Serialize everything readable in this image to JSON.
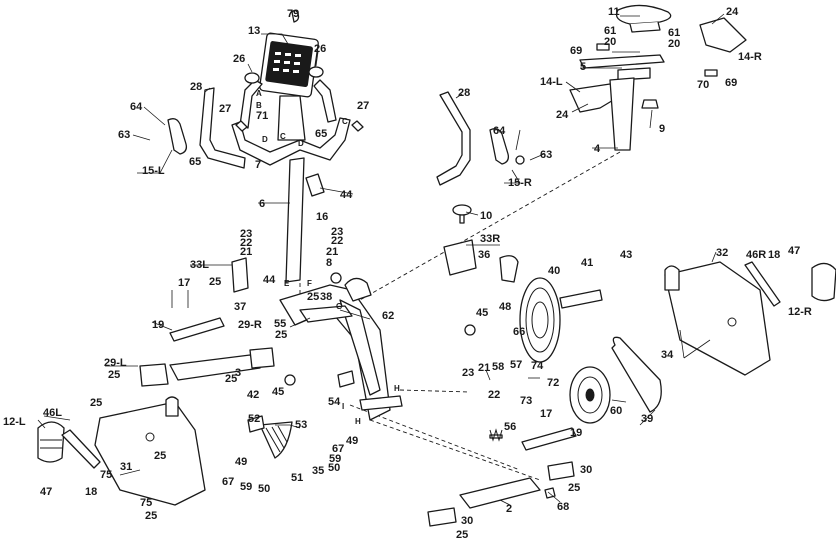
{
  "callouts": [
    {
      "id": "c1",
      "text": "79"
    },
    {
      "id": "c2",
      "text": "13"
    },
    {
      "id": "c3",
      "text": "26"
    },
    {
      "id": "c4",
      "text": "26"
    },
    {
      "id": "c5",
      "text": "11"
    },
    {
      "id": "c6",
      "text": "24"
    },
    {
      "id": "c7",
      "text": "61"
    },
    {
      "id": "c8",
      "text": "61"
    },
    {
      "id": "c9",
      "text": "20"
    },
    {
      "id": "c10",
      "text": "20"
    },
    {
      "id": "c11",
      "text": "69"
    },
    {
      "id": "c12",
      "text": "14-R"
    },
    {
      "id": "c13",
      "text": "5"
    },
    {
      "id": "c14",
      "text": "70"
    },
    {
      "id": "c15",
      "text": "69"
    },
    {
      "id": "c16",
      "text": "14-L"
    },
    {
      "id": "c17",
      "text": "24"
    },
    {
      "id": "c18",
      "text": "9"
    },
    {
      "id": "c19",
      "text": "28"
    },
    {
      "id": "c20",
      "text": "28"
    },
    {
      "id": "c21",
      "text": "64"
    },
    {
      "id": "c22",
      "text": "63"
    },
    {
      "id": "c23",
      "text": "27"
    },
    {
      "id": "c24",
      "text": "27"
    },
    {
      "id": "c25",
      "text": "71"
    },
    {
      "id": "c26",
      "text": "65"
    },
    {
      "id": "c27",
      "text": "65"
    },
    {
      "id": "c28",
      "text": "15-L"
    },
    {
      "id": "c29",
      "text": "7"
    },
    {
      "id": "c30",
      "text": "64"
    },
    {
      "id": "c31",
      "text": "63"
    },
    {
      "id": "c32",
      "text": "15-R"
    },
    {
      "id": "c33",
      "text": "4"
    },
    {
      "id": "c34",
      "text": "44"
    },
    {
      "id": "c35",
      "text": "6"
    },
    {
      "id": "c36",
      "text": "16"
    },
    {
      "id": "c37",
      "text": "10"
    },
    {
      "id": "c38",
      "text": "23"
    },
    {
      "id": "c39",
      "text": "22"
    },
    {
      "id": "c40",
      "text": "21"
    },
    {
      "id": "c41",
      "text": "23"
    },
    {
      "id": "c42",
      "text": "22"
    },
    {
      "id": "c43",
      "text": "21"
    },
    {
      "id": "c44",
      "text": "33R"
    },
    {
      "id": "c45",
      "text": "36"
    },
    {
      "id": "c46",
      "text": "43"
    },
    {
      "id": "c47",
      "text": "32"
    },
    {
      "id": "c48",
      "text": "33L"
    },
    {
      "id": "c49",
      "text": "8"
    },
    {
      "id": "c50",
      "text": "40"
    },
    {
      "id": "c51",
      "text": "41"
    },
    {
      "id": "c52",
      "text": "46R"
    },
    {
      "id": "c53",
      "text": "18"
    },
    {
      "id": "c54",
      "text": "47"
    },
    {
      "id": "c55",
      "text": "17"
    },
    {
      "id": "c56",
      "text": "25"
    },
    {
      "id": "c57",
      "text": "44"
    },
    {
      "id": "c58",
      "text": "25"
    },
    {
      "id": "c59",
      "text": "38"
    },
    {
      "id": "c60",
      "text": "45"
    },
    {
      "id": "c61",
      "text": "48"
    },
    {
      "id": "c62",
      "text": "12-R"
    },
    {
      "id": "c63",
      "text": "37"
    },
    {
      "id": "c64",
      "text": "19"
    },
    {
      "id": "c65",
      "text": "29-R"
    },
    {
      "id": "c66",
      "text": "55"
    },
    {
      "id": "c67",
      "text": "25"
    },
    {
      "id": "c68",
      "text": "62"
    },
    {
      "id": "c69",
      "text": "66"
    },
    {
      "id": "c70",
      "text": "34"
    },
    {
      "id": "c71",
      "text": "29-L"
    },
    {
      "id": "c72",
      "text": "25"
    },
    {
      "id": "c73",
      "text": "3"
    },
    {
      "id": "c74",
      "text": "25"
    },
    {
      "id": "c75",
      "text": "23"
    },
    {
      "id": "c76",
      "text": "21"
    },
    {
      "id": "c77",
      "text": "58"
    },
    {
      "id": "c78",
      "text": "57"
    },
    {
      "id": "c79",
      "text": "74"
    },
    {
      "id": "c80",
      "text": "72"
    },
    {
      "id": "c81",
      "text": "42"
    },
    {
      "id": "c82",
      "text": "45"
    },
    {
      "id": "c83",
      "text": "22"
    },
    {
      "id": "c84",
      "text": "73"
    },
    {
      "id": "c85",
      "text": "54"
    },
    {
      "id": "c86",
      "text": "17"
    },
    {
      "id": "c87",
      "text": "60"
    },
    {
      "id": "c88",
      "text": "25"
    },
    {
      "id": "c89",
      "text": "56"
    },
    {
      "id": "c90",
      "text": "39"
    },
    {
      "id": "c91",
      "text": "52"
    },
    {
      "id": "c92",
      "text": "53"
    },
    {
      "id": "c93",
      "text": "12-L"
    },
    {
      "id": "c94",
      "text": "46L"
    },
    {
      "id": "c95",
      "text": "19"
    },
    {
      "id": "c96",
      "text": "49"
    },
    {
      "id": "c97",
      "text": "67"
    },
    {
      "id": "c98",
      "text": "59"
    },
    {
      "id": "c99",
      "text": "25"
    },
    {
      "id": "c100",
      "text": "49"
    },
    {
      "id": "c101",
      "text": "67"
    },
    {
      "id": "c102",
      "text": "59"
    },
    {
      "id": "c103",
      "text": "35"
    },
    {
      "id": "c104",
      "text": "50"
    },
    {
      "id": "c105",
      "text": "51"
    },
    {
      "id": "c106",
      "text": "50"
    },
    {
      "id": "c107",
      "text": "31"
    },
    {
      "id": "c108",
      "text": "75"
    },
    {
      "id": "c109",
      "text": "47"
    },
    {
      "id": "c110",
      "text": "18"
    },
    {
      "id": "c111",
      "text": "75"
    },
    {
      "id": "c112",
      "text": "25"
    },
    {
      "id": "c113",
      "text": "30"
    },
    {
      "id": "c114",
      "text": "25"
    },
    {
      "id": "c115",
      "text": "2"
    },
    {
      "id": "c116",
      "text": "68"
    },
    {
      "id": "c117",
      "text": "30"
    },
    {
      "id": "c118",
      "text": "25"
    }
  ],
  "connection_labels": {
    "a": "A",
    "b": "B",
    "c1": "C",
    "c2": "C",
    "d1": "D",
    "d2": "D",
    "e": "E",
    "f": "F",
    "g": "G",
    "h1": "H",
    "h2": "H",
    "i": "I"
  }
}
